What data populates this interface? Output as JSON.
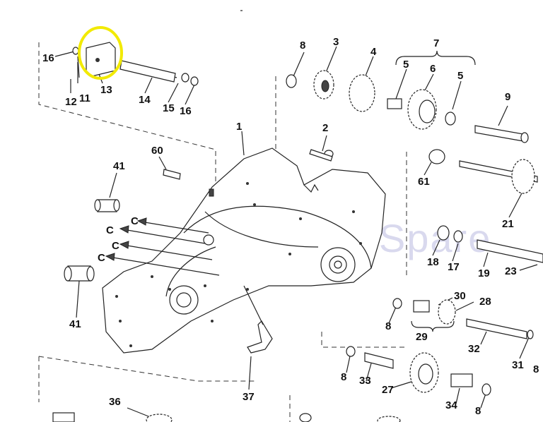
{
  "watermark": "DIY Spare",
  "highlight_color": "#f2ea00",
  "labels": {
    "p16a": "16",
    "p11": "11",
    "p12": "12",
    "p13": "13",
    "p14": "14",
    "p15": "15",
    "p16b": "16",
    "p8a": "8",
    "p3": "3",
    "p4": "4",
    "p5a": "5",
    "p6": "6",
    "p7": "7",
    "p5b": "5",
    "p9": "9",
    "p1": "1",
    "p2": "2",
    "p60": "60",
    "p41a": "41",
    "p41b": "41",
    "p61": "61",
    "p21": "21",
    "p18": "18",
    "p17": "17",
    "p19": "19",
    "p23": "23",
    "p30": "30",
    "p28": "28",
    "p8b": "8",
    "p29": "29",
    "p32": "32",
    "p31": "31",
    "p8c": "8",
    "p8d": "8",
    "p33": "33",
    "p27": "27",
    "p34": "34",
    "p8e": "8",
    "p36": "36",
    "p37": "37",
    "c1": "C",
    "c2": "C",
    "c3": "C",
    "c4": "C"
  }
}
